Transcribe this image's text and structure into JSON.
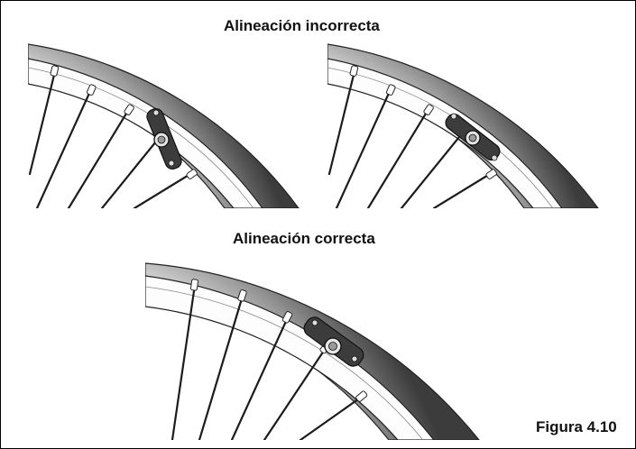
{
  "headings": {
    "incorrect": "Alineación incorrecta",
    "correct": "Alineación correcta"
  },
  "figure_label": "Figura 4.10",
  "panels": [
    {
      "id": "incorrect-1",
      "pad_orientation": "vertical-tilt",
      "alignment": "incorrect"
    },
    {
      "id": "incorrect-2",
      "pad_orientation": "horizontal-tilt",
      "alignment": "incorrect"
    },
    {
      "id": "correct",
      "pad_orientation": "parallel-to-rim",
      "alignment": "correct"
    }
  ],
  "colors": {
    "tire_dark": "#4a4a4a",
    "tire_light": "#d8d8d8",
    "rim": "#ffffff",
    "spoke": "#222222",
    "pad": "#3a3a3a",
    "outline": "#000000"
  }
}
